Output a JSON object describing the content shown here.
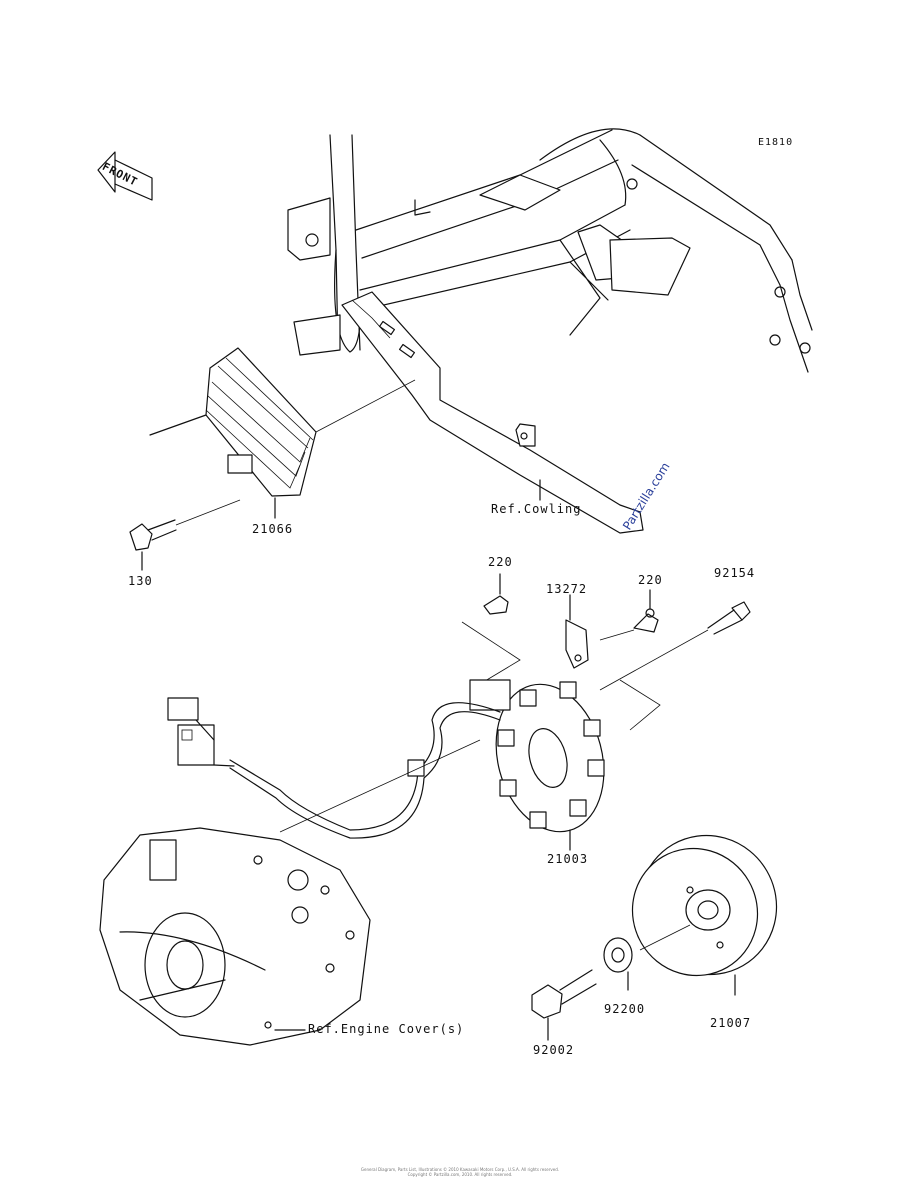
{
  "diagram_code": "E1810",
  "front_label": "FRONT",
  "watermark": "Partzilla.com",
  "copyright_line1": "General Diagram, Parts List, Illustrations © 2010 Kawasaki Motors Corp., U.S.A. All rights reserved.",
  "copyright_line2": "Copyright © Partzilla.com, 2010. All rights reserved.",
  "callouts": {
    "p21066": "21066",
    "p130": "130",
    "ref_cowling": "Ref.Cowling",
    "p220a": "220",
    "p13272": "13272",
    "p220b": "220",
    "p92154": "92154",
    "p21003": "21003",
    "p92200": "92200",
    "p21007": "21007",
    "p92002": "92002",
    "ref_engine_cover": "Ref.Engine Cover(s)"
  }
}
